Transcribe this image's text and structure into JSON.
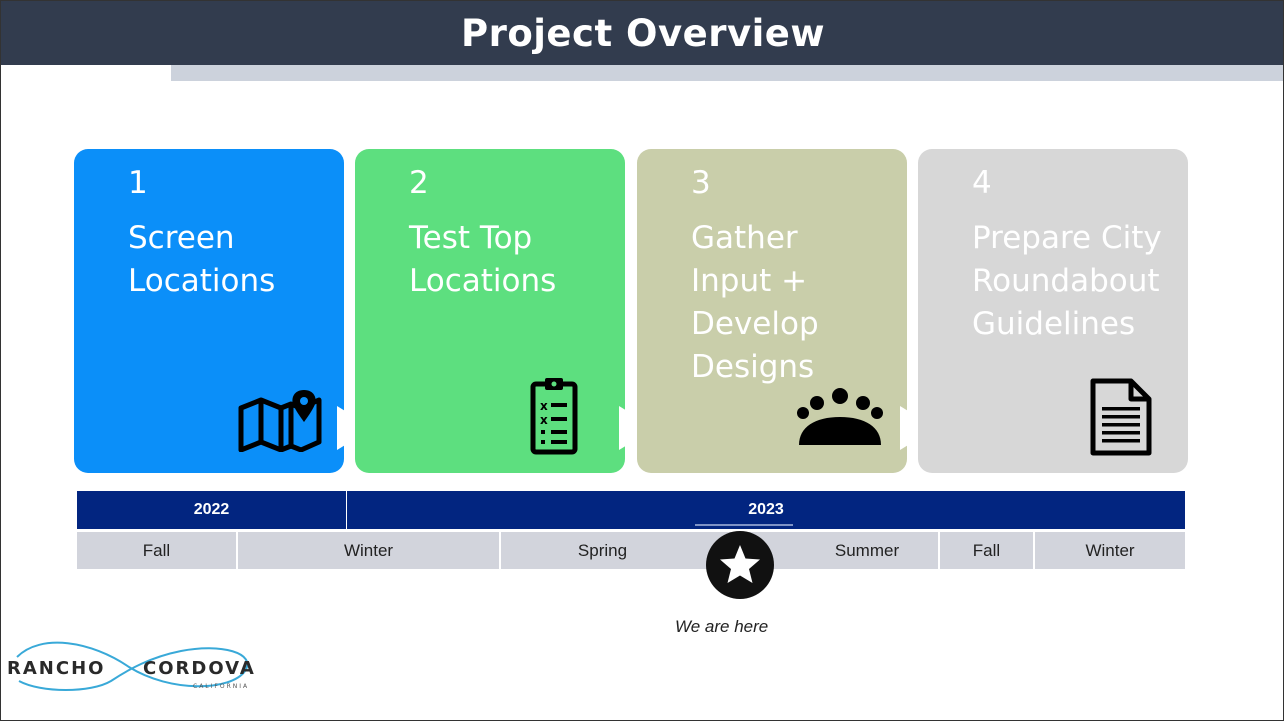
{
  "slide": {
    "title": "Project Overview"
  },
  "steps": [
    {
      "number": "1",
      "label": "Screen Locations",
      "icon": "map-pin-icon",
      "color": "#0b8ff9"
    },
    {
      "number": "2",
      "label": "Test Top Locations",
      "icon": "clipboard-checklist-icon",
      "color": "#5ddf7f"
    },
    {
      "number": "3",
      "label": "Gather Input + Develop Designs",
      "icon": "group-meeting-icon",
      "color": "#c9ceaa"
    },
    {
      "number": "4",
      "label": "Prepare City Roundabout Guidelines",
      "icon": "document-icon",
      "color": "#d7d7d7"
    }
  ],
  "timeline": {
    "years": [
      "2022",
      "2023"
    ],
    "seasons": [
      "Fall",
      "Winter",
      "Spring",
      "Summer",
      "Fall",
      "Winter"
    ],
    "year_bar_color": "#022580",
    "season_bar_color": "#d2d4dc"
  },
  "marker": {
    "icon": "star-icon",
    "label": "We are here"
  },
  "logo": {
    "text_left": "RANCHO",
    "text_right": "CORDOVA",
    "subtext": "CALIFORNIA"
  }
}
